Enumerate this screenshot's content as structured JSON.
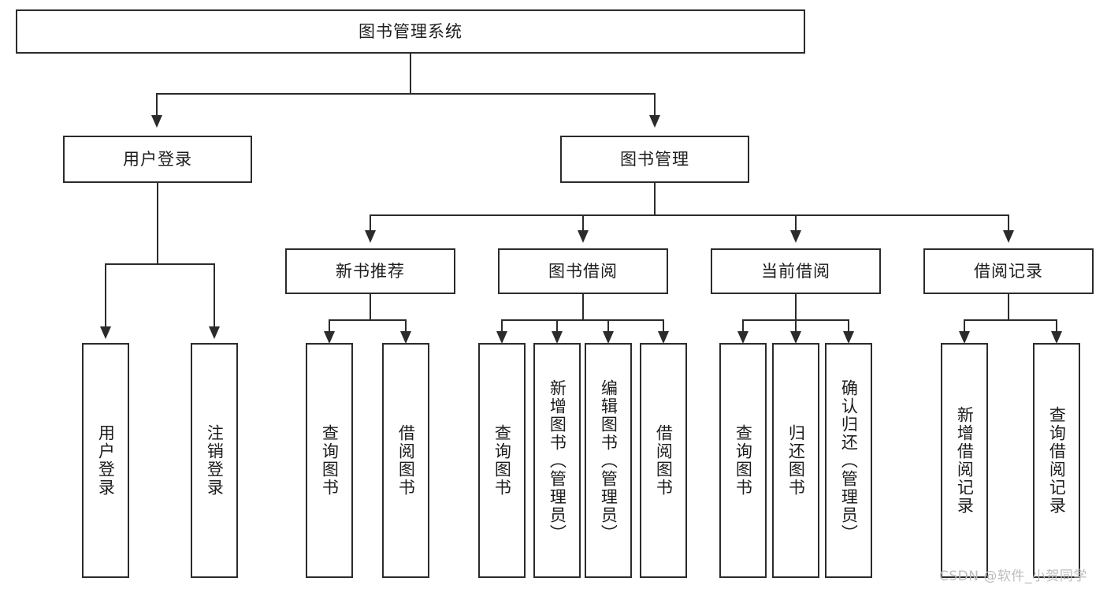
{
  "diagram": {
    "title": "图书管理系统",
    "type": "tree-hierarchy-chart",
    "root": {
      "label": "图书管理系统"
    },
    "level2": [
      {
        "label": "用户登录"
      },
      {
        "label": "图书管理"
      }
    ],
    "level3": [
      {
        "label": "新书推荐"
      },
      {
        "label": "图书借阅"
      },
      {
        "label": "当前借阅"
      },
      {
        "label": "借阅记录"
      }
    ],
    "leaves": {
      "user_login": [
        {
          "label": "用户登录"
        },
        {
          "label": "注销登录"
        }
      ],
      "new_book": [
        {
          "label": "查询图书"
        },
        {
          "label": "借阅图书"
        }
      ],
      "borrow_book": [
        {
          "label": "查询图书"
        },
        {
          "label": "新增图书（管理员）"
        },
        {
          "label": "编辑图书（管理员）"
        },
        {
          "label": "借阅图书"
        }
      ],
      "current_borrow": [
        {
          "label": "查询图书"
        },
        {
          "label": "归还图书"
        },
        {
          "label": "确认归还（管理员）"
        }
      ],
      "borrow_record": [
        {
          "label": "新增借阅记录"
        },
        {
          "label": "查询借阅记录"
        }
      ]
    }
  },
  "watermark": {
    "text": "CSDN @软件_小贺同学"
  },
  "colors": {
    "stroke": "#2b2b2b",
    "text": "#1c1c1c",
    "background": "#ffffff",
    "watermark": "#bdbdbd"
  }
}
